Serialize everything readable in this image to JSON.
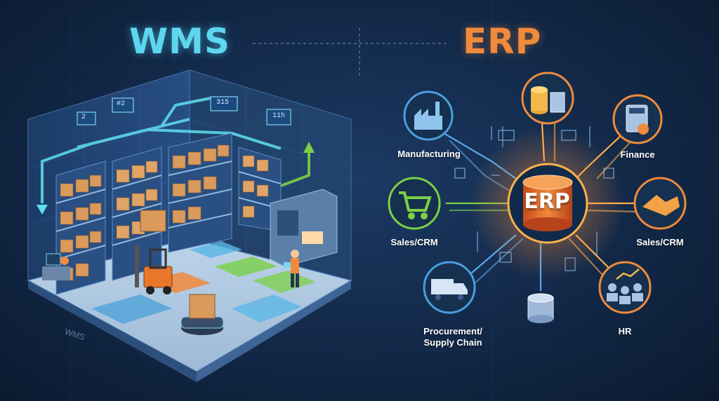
{
  "titles": {
    "left": "WMS",
    "right": "ERP"
  },
  "erp": {
    "hub_label": "ERP",
    "modules": [
      {
        "label": "Manufacturing",
        "icon": "factory-icon",
        "color": "#4a9ee0"
      },
      {
        "label": "Finance",
        "icon": "calculator-icon",
        "color": "#f08a3c"
      },
      {
        "label": "Sales/CRM",
        "icon": "shopping-cart-icon",
        "color": "#7bd046"
      },
      {
        "label": "Sales/CRM",
        "icon": "handshake-icon",
        "color": "#f08a3c"
      },
      {
        "label": "Procurement/\nSupply Chain",
        "icon": "truck-icon",
        "color": "#4a9ee0"
      },
      {
        "label": "HR",
        "icon": "team-chart-icon",
        "color": "#f08a3c"
      }
    ]
  },
  "wms": {
    "floor_label": "WMS",
    "screen_labels": [
      "2",
      "#2",
      "315",
      "11h"
    ]
  },
  "colors": {
    "wms_accent": "#5fd6ef",
    "erp_accent": "#f08a3c",
    "green_accent": "#7bd046",
    "blue_accent": "#4a9ee0"
  }
}
